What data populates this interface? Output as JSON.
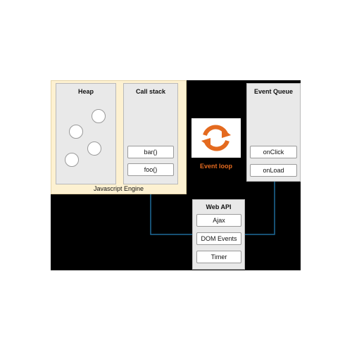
{
  "engine": {
    "label": "Javascript Engine"
  },
  "heap": {
    "title": "Heap"
  },
  "call_stack": {
    "title": "Call stack",
    "items": [
      "bar()",
      "foo()"
    ]
  },
  "event_queue": {
    "title": "Event Queue",
    "items": [
      "onClick",
      "onLoad"
    ]
  },
  "event_loop": {
    "label": "Event loop",
    "icon": "refresh-arrows-icon",
    "color": "#e46a1f"
  },
  "web_api": {
    "title": "Web API",
    "items": [
      "Ajax",
      "DOM Events",
      "Timer"
    ]
  },
  "colors": {
    "connector": "#1f6a99",
    "background": "#000000",
    "engine_fill": "#fdf1d1"
  }
}
